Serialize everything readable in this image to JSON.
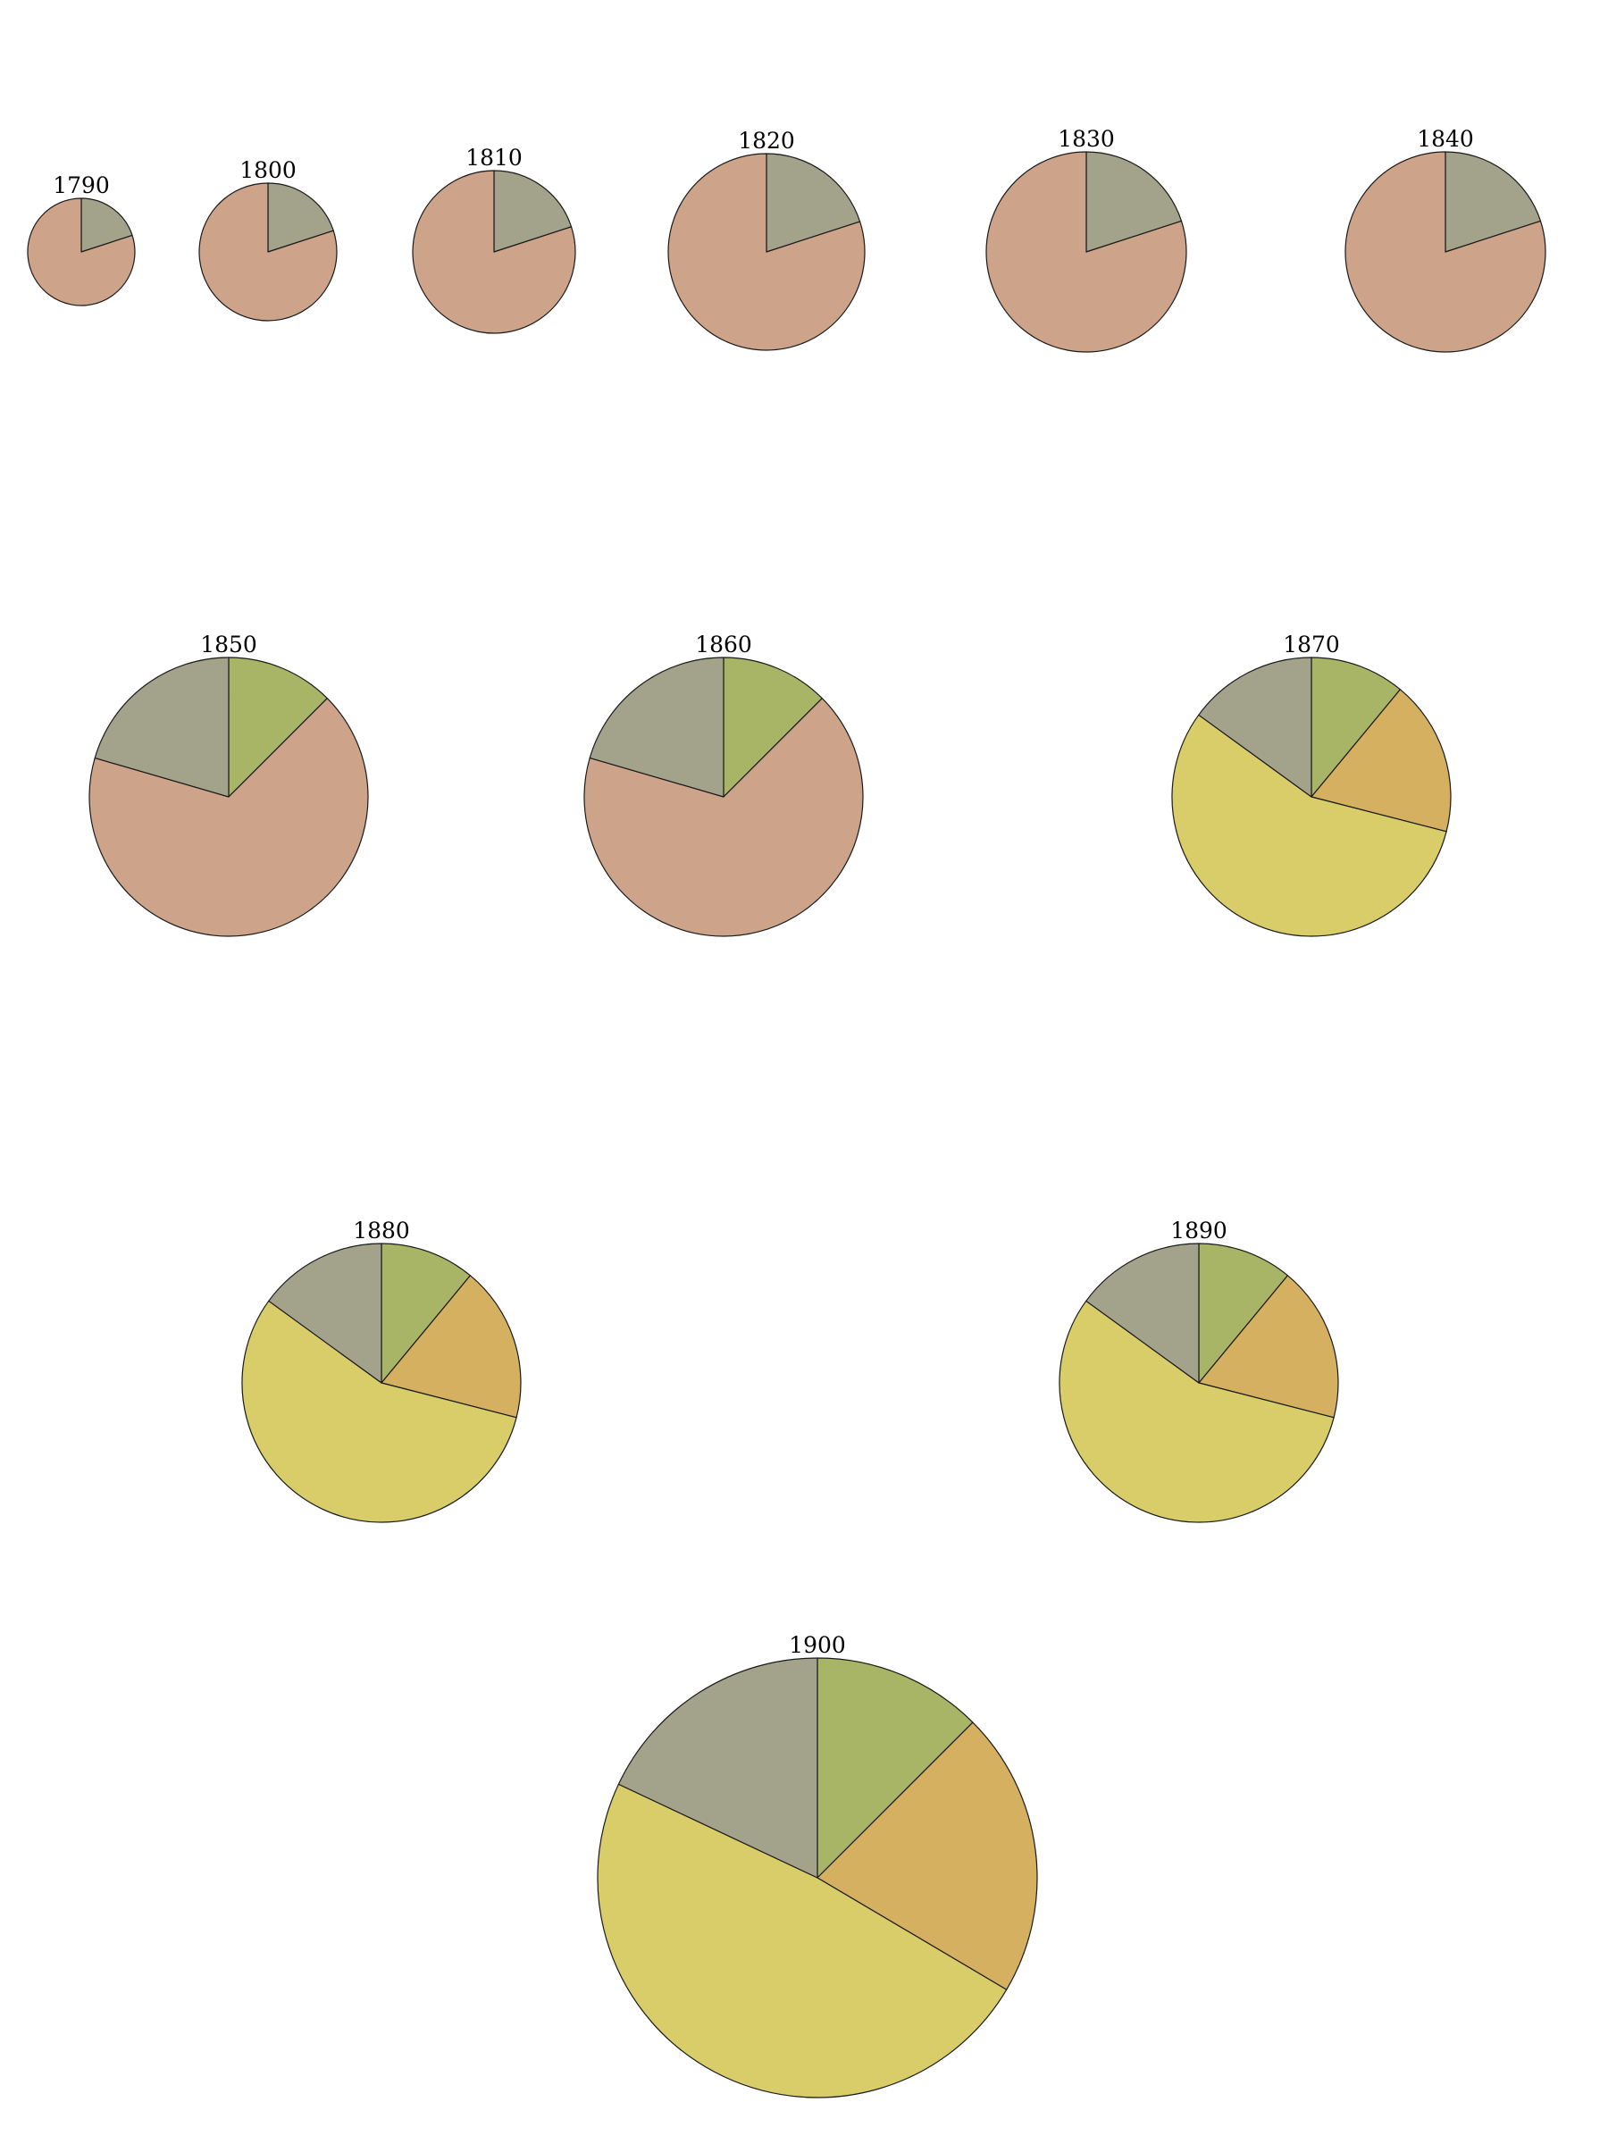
{
  "chart_data": {
    "type": "pie",
    "slice_colors": {
      "gray": "#a3a28a",
      "green": "#a8b566",
      "orange": "#d5b060",
      "yellow": "#d9cd6a",
      "salmon": "#cda48a"
    },
    "pies": [
      {
        "label": "1790",
        "total": 100,
        "slices": [
          {
            "color": "gray",
            "value": 20
          },
          {
            "color": "salmon",
            "value": 80
          }
        ]
      },
      {
        "label": "1800",
        "total": 160,
        "slices": [
          {
            "color": "gray",
            "value": 20
          },
          {
            "color": "salmon",
            "value": 80
          }
        ]
      },
      {
        "label": "1810",
        "total": 225,
        "slices": [
          {
            "color": "gray",
            "value": 20
          },
          {
            "color": "salmon",
            "value": 80
          }
        ]
      },
      {
        "label": "1820",
        "total": 330,
        "slices": [
          {
            "color": "gray",
            "value": 20
          },
          {
            "color": "salmon",
            "value": 80
          }
        ]
      },
      {
        "label": "1830",
        "total": 340,
        "slices": [
          {
            "color": "gray",
            "value": 20
          },
          {
            "color": "salmon",
            "value": 80
          }
        ]
      },
      {
        "label": "1840",
        "total": 340,
        "slices": [
          {
            "color": "gray",
            "value": 20
          },
          {
            "color": "salmon",
            "value": 80
          }
        ]
      },
      {
        "label": "1850",
        "total": 640,
        "slices": [
          {
            "color": "green",
            "value": 12.5
          },
          {
            "color": "salmon",
            "value": 67
          },
          {
            "color": "gray",
            "value": 20.5
          }
        ]
      },
      {
        "label": "1860",
        "total": 640,
        "slices": [
          {
            "color": "green",
            "value": 12.5
          },
          {
            "color": "salmon",
            "value": 67
          },
          {
            "color": "gray",
            "value": 20.5
          }
        ]
      },
      {
        "label": "1870",
        "total": 640,
        "slices": [
          {
            "color": "green",
            "value": 11
          },
          {
            "color": "orange",
            "value": 18
          },
          {
            "color": "yellow",
            "value": 56
          },
          {
            "color": "gray",
            "value": 15
          }
        ]
      },
      {
        "label": "1880",
        "total": 640,
        "slices": [
          {
            "color": "green",
            "value": 11
          },
          {
            "color": "orange",
            "value": 18
          },
          {
            "color": "yellow",
            "value": 56
          },
          {
            "color": "gray",
            "value": 15
          }
        ]
      },
      {
        "label": "1890",
        "total": 640,
        "slices": [
          {
            "color": "green",
            "value": 11
          },
          {
            "color": "orange",
            "value": 18
          },
          {
            "color": "yellow",
            "value": 56
          },
          {
            "color": "gray",
            "value": 15
          }
        ]
      },
      {
        "label": "1900",
        "total": 1590,
        "slices": [
          {
            "color": "green",
            "value": 12.5
          },
          {
            "color": "orange",
            "value": 21
          },
          {
            "color": "yellow",
            "value": 48.5
          },
          {
            "color": "gray",
            "value": 18
          }
        ]
      }
    ]
  }
}
